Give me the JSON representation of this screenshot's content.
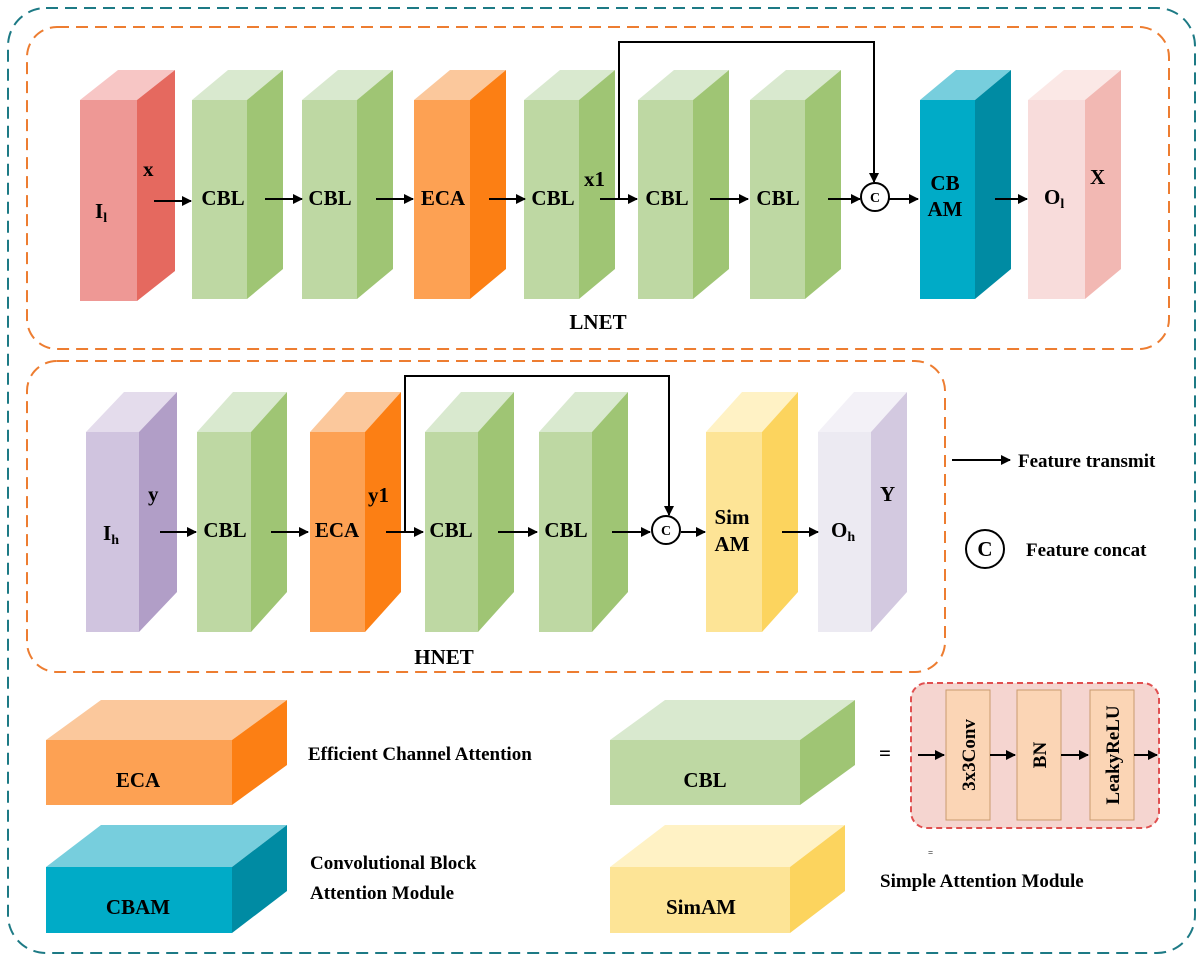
{
  "colors": {
    "input_l": {
      "top": "#f7c6c5",
      "front": "#ee9895",
      "side": "#e5695f"
    },
    "cbl": {
      "top": "#d9e9cf",
      "front": "#bed8a3",
      "side": "#9fc574"
    },
    "eca": {
      "top": "#fbc89c",
      "front": "#fda153",
      "side": "#fc7f14"
    },
    "cbam": {
      "top": "#77cedd",
      "front": "#00abc7",
      "side": "#008ba3"
    },
    "out_l": {
      "top": "#fbe8e6",
      "front": "#f8dcdb",
      "side": "#f2b8b3"
    },
    "input_h": {
      "top": "#e4dcec",
      "front": "#d0c4df",
      "side": "#b19ec7"
    },
    "simam": {
      "top": "#fff2c5",
      "front": "#fde496",
      "side": "#fcd45e"
    },
    "out_h": {
      "top": "#f3f1f7",
      "front": "#eceaf2",
      "side": "#d3c9e0"
    },
    "outer_border": "#1d7a85",
    "net_border": "#ed7d31",
    "cbl_detail_border": "#e05050",
    "cbl_detail_fill": "#f5d5d0",
    "cbl_detail_block": "#fbd5b5"
  },
  "lnet": {
    "label": "LNET",
    "input_main": "I",
    "input_sub": "l",
    "input_var": "x",
    "blocks": [
      "CBL",
      "CBL",
      "ECA",
      "CBL",
      "CBL",
      "CBL"
    ],
    "skip_label": "x1",
    "concat": "C",
    "attention_line1": "CB",
    "attention_line2": "AM",
    "output_main": "O",
    "output_sub": "l",
    "output_var": "X"
  },
  "hnet": {
    "label": "HNET",
    "input_main": "I",
    "input_sub": "h",
    "input_var": "y",
    "blocks": [
      "CBL",
      "ECA",
      "CBL",
      "CBL"
    ],
    "skip_label": "y1",
    "concat": "C",
    "attention_line1": "Sim",
    "attention_line2": "AM",
    "output_main": "O",
    "output_sub": "h",
    "output_var": "Y"
  },
  "side_legend": {
    "transmit": "Feature transmit",
    "concat_symbol": "C",
    "concat": "Feature concat"
  },
  "legend": {
    "eca_block": "ECA",
    "eca_desc": "Efficient Channel Attention",
    "cbam_block": "CBAM",
    "cbam_desc_line1": "Convolutional Block",
    "cbam_desc_line2": "Attention Module",
    "cbl_block": "CBL",
    "equals": "=",
    "cbl_parts": [
      "3x3Conv",
      "BN",
      "LeakyReLU"
    ],
    "simam_block": "SimAM",
    "simam_desc": "Simple Attention Module",
    "stray_mark": "="
  }
}
